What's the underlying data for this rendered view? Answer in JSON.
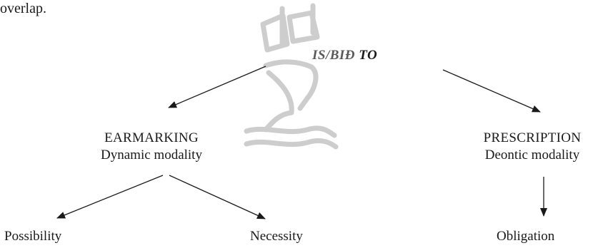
{
  "intro_text": "overlap.",
  "root": {
    "part_a": "IS/BIÐ",
    "part_b": " TO"
  },
  "earmarking": {
    "title": "EARMARKING",
    "subtitle": "Dynamic modality"
  },
  "prescription": {
    "title": "PRESCRIPTION",
    "subtitle": "Deontic modality"
  },
  "leaves": {
    "possibility": "Possibility",
    "necessity": "Necessity",
    "obligation": "Obligation"
  },
  "colors": {
    "text": "#1a1a1a",
    "watermark": "#c8c8c8",
    "arrow": "#1a1a1a"
  },
  "watermark_icon": "ship-logo-icon"
}
